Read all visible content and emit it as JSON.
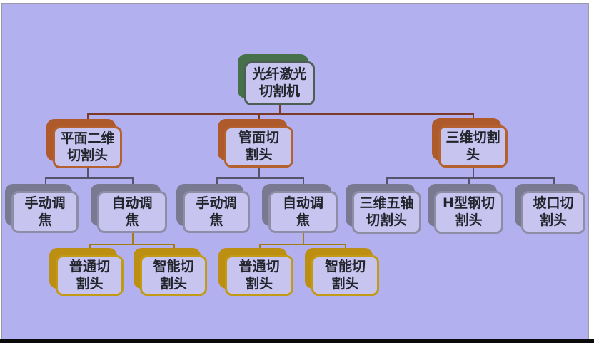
{
  "diagram": {
    "type": "tree-org-chart",
    "root_label": "光纤激光切割机"
  },
  "colors": {
    "background": "#b3b0ef",
    "node_fill": "#c7c5f0",
    "root_green": "#46714b",
    "branch_orange": "#ae5a2b",
    "mid_gray": "#7a7992",
    "leaf_gold": "#bc8e11",
    "connector_root": "#7c3a28",
    "connector_mid": "#54536a",
    "connector_leaf": "#a17d12",
    "text": "#24242c",
    "bottom_bar": "#0b0b0b"
  },
  "nodes": {
    "root": {
      "label": "光纤激光切割机",
      "line1": "光纤激光",
      "line2": "切割机"
    },
    "plane": {
      "label": "平面二维切割头",
      "line1": "平面二维",
      "line2": "切割头"
    },
    "tube": {
      "label": "管面切割头",
      "line1": "管面切",
      "line2": "割头"
    },
    "three_d": {
      "label": "三维切割头",
      "line1": "三维切割",
      "line2": "头"
    },
    "plane_manual": {
      "label": "手动调焦",
      "line1": "手动调",
      "line2": "焦"
    },
    "plane_auto": {
      "label": "自动调焦",
      "line1": "自动调",
      "line2": "焦"
    },
    "tube_manual": {
      "label": "手动调焦",
      "line1": "手动调",
      "line2": "焦"
    },
    "tube_auto": {
      "label": "自动调焦",
      "line1": "自动调",
      "line2": "焦"
    },
    "five_axis": {
      "label": "三维五轴切割头",
      "line1": "三维五轴",
      "line2": "切割头"
    },
    "h_beam": {
      "label": "H型钢切割头",
      "line1": "H型钢切",
      "line2": "割头"
    },
    "bevel": {
      "label": "坡口切割头",
      "line1": "坡口切",
      "line2": "割头"
    },
    "plane_ordinary": {
      "label": "普通切割头",
      "line1": "普通切",
      "line2": "割头"
    },
    "plane_smart": {
      "label": "智能切割头",
      "line1": "智能切",
      "line2": "割头"
    },
    "tube_ordinary": {
      "label": "普通切割头",
      "line1": "普通切",
      "line2": "割头"
    },
    "tube_smart": {
      "label": "智能切割头",
      "line1": "智能切",
      "line2": "割头"
    }
  }
}
